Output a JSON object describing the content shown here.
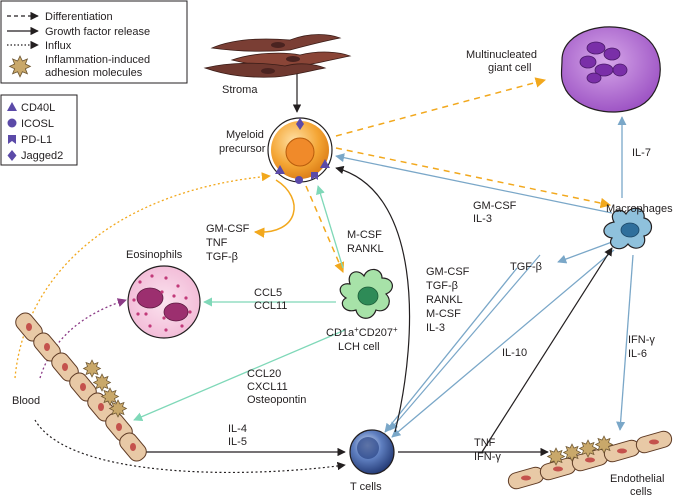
{
  "legend_arrows": {
    "differentiation": "Differentiation",
    "growth_factor_release": "Growth factor release",
    "influx": "Influx",
    "adhesion_line1": "Inflammation-induced",
    "adhesion_line2": "adhesion molecules"
  },
  "legend_molecules": {
    "cd40l": "CD40L",
    "icosl": "ICOSL",
    "pdl1": "PD-L1",
    "jagged2": "Jagged2"
  },
  "cells": {
    "stroma": "Stroma",
    "myeloid_line1": "Myeloid",
    "myeloid_line2": "precursor",
    "giant_line1": "Multinucleated",
    "giant_line2": "giant cell",
    "macrophages": "Macrophages",
    "eosinophils": "Eosinophils",
    "lch_line1_a": "CD1a",
    "lch_line1_sup1": "+",
    "lch_line1_b": "CD207",
    "lch_line1_sup2": "+",
    "lch_line2": "LCH cell",
    "blood": "Blood",
    "tcells": "T cells",
    "endo_line1": "Endothelial",
    "endo_line2": "cells"
  },
  "factors": {
    "gmcsf_tnf_tgfb": [
      "GM-CSF",
      "TNF",
      "TGF-β"
    ],
    "mcsf_rankl": [
      "M-CSF",
      "RANKL"
    ],
    "gmcsf_il3": [
      "GM-CSF",
      "IL-3"
    ],
    "il7": "IL-7",
    "tgfb": "TGF-β",
    "ccl5_ccl11": [
      "CCL5",
      "CCL11"
    ],
    "tcell_factors": [
      "GM-CSF",
      "TGF-β",
      "RANKL",
      "M-CSF",
      "IL-3"
    ],
    "il10": "IL-10",
    "ifng_il6": [
      "IFN-γ",
      "IL-6"
    ],
    "chemokines": [
      "CCL20",
      "CXCL11",
      "Osteopontin"
    ],
    "il4_il5": [
      "IL-4",
      "IL-5"
    ],
    "tnf_ifng": [
      "TNF",
      "IFN-γ"
    ]
  },
  "colors": {
    "differentiation": "#f2a81d",
    "growth_blue": "#7aa7c8",
    "growth_green": "#7fd8b8",
    "growth_black": "#231f20",
    "influx_purple": "#8b3a86",
    "receptor": "#5b4aa8",
    "giant_cell": "#a45cc7",
    "macrophage": "#8fc1dc",
    "lch_cell": "#a7e2a8",
    "tcell": "#3c5a9a",
    "myeloid": "#f4a534"
  }
}
